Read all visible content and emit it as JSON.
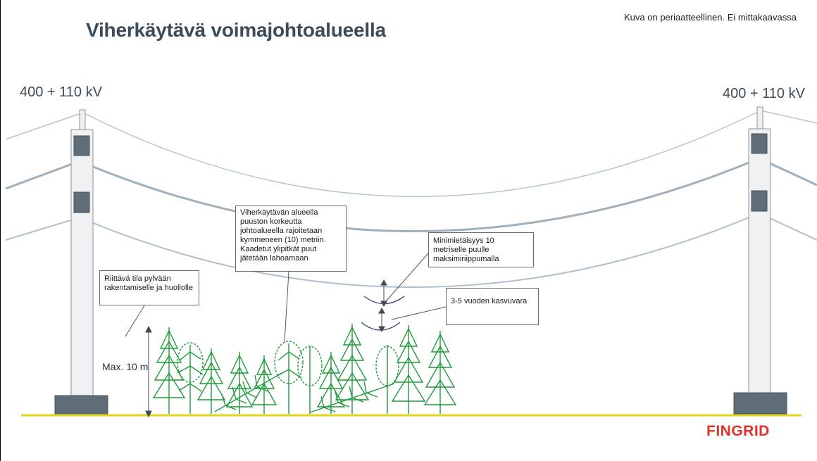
{
  "diagram": {
    "title": "Viherkäytävä voimajohtoalueella",
    "disclaimer": "Kuva on periaatteellinen. Ei mittakaavassa",
    "voltage_left": "400 + 110 kV",
    "voltage_right": "400 + 110 kV",
    "callouts": {
      "green_corridor": "Viherkäytävän alueella puuston korkeutta johtoalueella rajoitetaan kymmeneen (10) metriin. Kaadetut ylipitkät puut jätetään lahoamaan",
      "space": "Riittävä tila pylvään rakentamiselle ja huollolle",
      "min_distance": "Minimietäisyys 10 metriselle puulle maksimiriippumalla",
      "growth": "3-5 vuoden kasvuvara"
    },
    "max_height_label": "Max. 10 m",
    "logo": "FINGRID"
  },
  "colors": {
    "title": "#3b4b57",
    "wire_top": "#aebcc8",
    "wire_mid": "#9aabb9",
    "wire_low": "#aebcc8",
    "pylon": "#eef0f2",
    "insulator": "#5f6d78",
    "ground": "#e2d51c",
    "tree": "#1f9a3a",
    "arrow": "#3b4b57",
    "logo": "#e1322d"
  }
}
